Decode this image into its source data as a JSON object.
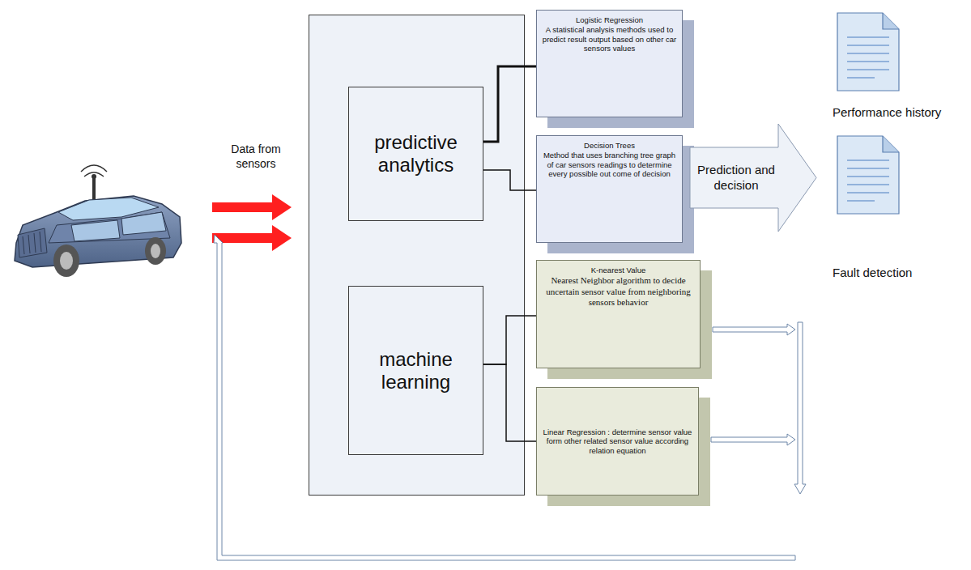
{
  "diagram": {
    "nodes": [
      {
        "text": [
          "predictive analytics"
        ]
      },
      {
        "text": [
          "machine learning"
        ]
      },
      {
        "text": [
          "Logistic Regression",
          "A statistical analysis methods used to predict result output based on other car sensors values"
        ]
      },
      {
        "text": [
          "Decision Trees",
          "Method that uses branching tree graph of car sensors readings to determine every possible out come of decision"
        ]
      },
      {
        "text": [
          "K-nearest Value",
          "Nearest Neighbor algorithm to decide uncertain sensor value from neighboring sensors behavior"
        ]
      },
      {
        "text": [
          "Linear Regression : determine sensor value form other related sensor value according relation equation"
        ]
      },
      {
        "text": [
          "Prediction and decision"
        ]
      },
      {
        "text": [
          "Performance history"
        ]
      },
      {
        "text": [
          "Fault detection"
        ]
      }
    ],
    "edges": [
      {
        "from": 0,
        "to": 2,
        "arrow": "none"
      },
      {
        "from": 0,
        "to": 3,
        "arrow": "none"
      },
      {
        "from": 1,
        "to": 4,
        "arrow": "none"
      },
      {
        "from": 1,
        "to": 5,
        "arrow": "none"
      }
    ],
    "labels": [
      "Data from sensors"
    ]
  }
}
